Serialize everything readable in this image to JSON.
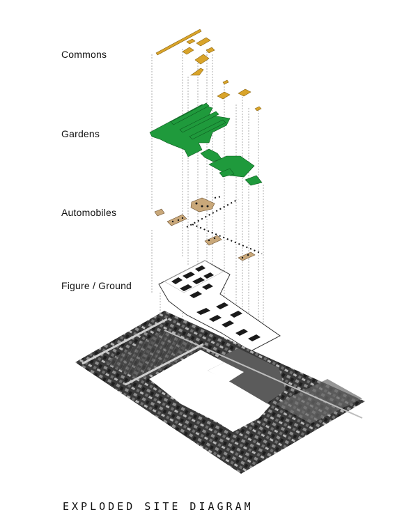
{
  "title": "EXPLODED SITE DIAGRAM",
  "layers": [
    {
      "label": "Commons",
      "color": "#d9a42a"
    },
    {
      "label": "Gardens",
      "color": "#1f9a3c"
    },
    {
      "label": "Automobiles",
      "color": "#c9a87a"
    },
    {
      "label": "Figure / Ground",
      "color": "#1a1a1a"
    }
  ],
  "base_layer": {
    "name": "aerial-site-photo",
    "colors": [
      "#2b2b2b",
      "#8a8a8a",
      "#ffffff"
    ]
  },
  "leader_line_color": "#9a9a9a"
}
